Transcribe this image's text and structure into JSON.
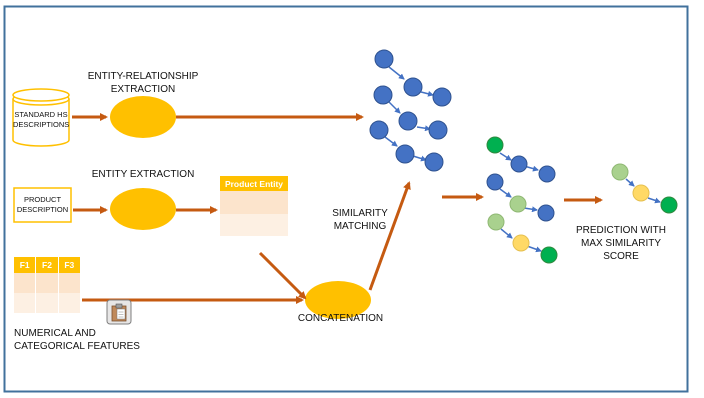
{
  "labels": {
    "er_extraction": [
      "ENTITY-RELATIONSHIP",
      "EXTRACTION"
    ],
    "entity_extraction": "ENTITY EXTRACTION",
    "similarity_matching": [
      "SIMILARITY",
      "MATCHING"
    ],
    "concatenation": "CONCATENATION",
    "numerical_categorical": [
      "NUMERICAL AND",
      "CATEGORICAL FEATURES"
    ],
    "prediction": [
      "PREDICTION WITH",
      "MAX SIMILARITY",
      "SCORE"
    ]
  },
  "inputs": {
    "standard_hs": [
      "STANDARD HS",
      "DESCRIPTIONS"
    ],
    "product_description": [
      "PRODUCT",
      "DESCRIPTION"
    ]
  },
  "product_entity_table": {
    "header": "Product Entity"
  },
  "features_table": {
    "headers": [
      "F1",
      "F2",
      "F3"
    ]
  },
  "icons": {
    "features_icon": "clipboard-icon"
  },
  "colors": {
    "border": "#41719c",
    "arrow": "#c55a11",
    "ellipse": "#ffc000",
    "node_blue": "#4472c4",
    "node_dark_green": "#00b050",
    "node_light_green": "#a9d18e",
    "node_yellow": "#ffd966",
    "cylinder_stroke": "#ffc000",
    "table_header": "#ffc000"
  }
}
